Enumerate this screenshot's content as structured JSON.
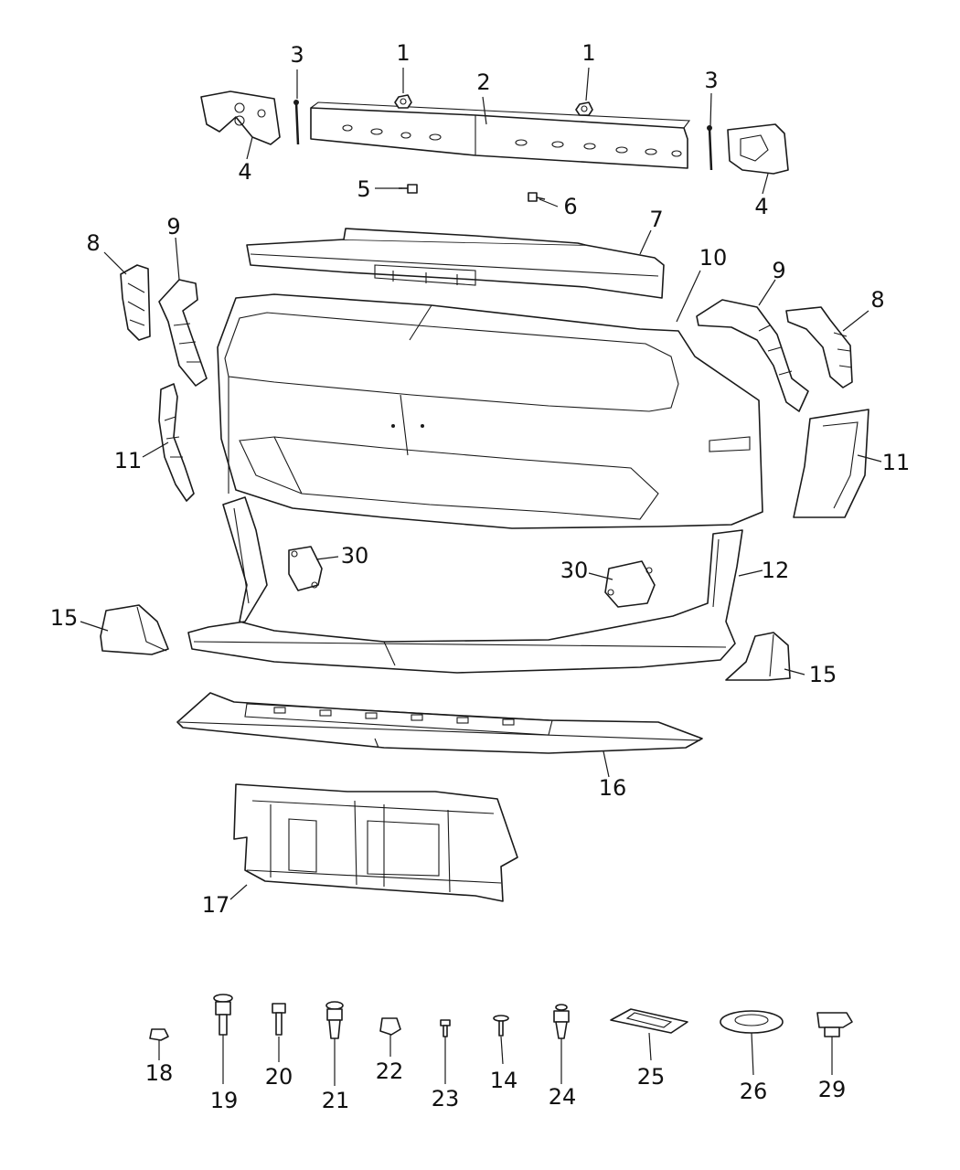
{
  "callouts": {
    "c1a": "1",
    "c1b": "1",
    "c2": "2",
    "c3a": "3",
    "c3b": "3",
    "c4a": "4",
    "c4b": "4",
    "c5": "5",
    "c6": "6",
    "c7": "7",
    "c8a": "8",
    "c8b": "8",
    "c9a": "9",
    "c9b": "9",
    "c10": "10",
    "c11a": "11",
    "c11b": "11",
    "c12": "12",
    "c14": "14",
    "c15a": "15",
    "c15b": "15",
    "c16": "16",
    "c17": "17",
    "c18": "18",
    "c19": "19",
    "c20": "20",
    "c21": "21",
    "c22": "22",
    "c23": "23",
    "c24": "24",
    "c25": "25",
    "c26": "26",
    "c29": "29",
    "c30a": "30",
    "c30b": "30"
  }
}
